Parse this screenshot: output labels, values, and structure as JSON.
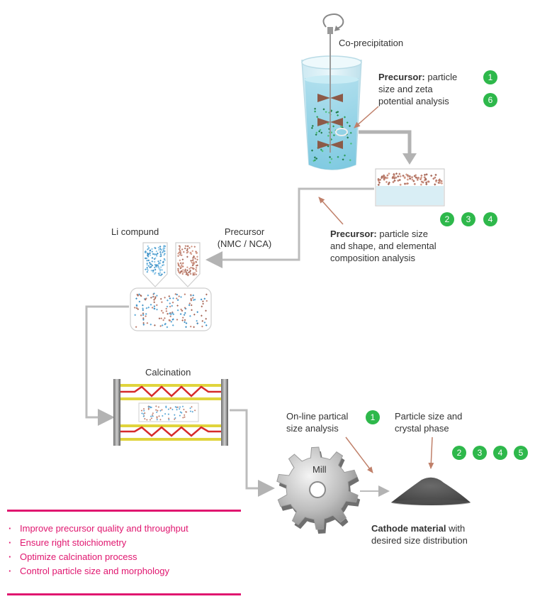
{
  "labels": {
    "co_precipitation": "Co-precipitation",
    "precursor_a_bold": "Precursor:",
    "precursor_a_rest1": " particle",
    "precursor_a_line2": "size and zeta",
    "precursor_a_line3": "potential analysis",
    "li_compound": "Li compund",
    "precursor_nmc_line1": "Precursor",
    "precursor_nmc_line2": "(NMC / NCA)",
    "precursor_b_bold": "Precursor:",
    "precursor_b_rest1": " particle size",
    "precursor_b_line2": "and shape, and elemental",
    "precursor_b_line3": "composition analysis",
    "calcination": "Calcination",
    "online_line1": "On-line partical",
    "online_line2": "size analysis",
    "particle_line1": "Particle size and",
    "particle_line2": "crystal phase",
    "mill": "Mill",
    "cathode_bold": "Cathode material",
    "cathode_rest1": " with",
    "cathode_line2": "desired size distribution"
  },
  "badges": {
    "a1": "1",
    "a6": "6",
    "b2": "2",
    "b3": "3",
    "b4": "4",
    "c1": "1",
    "d2": "2",
    "d3": "3",
    "d4": "4",
    "d5": "5"
  },
  "bullets": [
    "Improve precursor quality and throughput",
    "Ensure right stoichiometry",
    "Optimize calcination process",
    "Control particle size and morphology"
  ],
  "colors": {
    "accent_pink": "#e0166f",
    "badge_green": "#2eb84b",
    "arrow_brown": "#c0806a",
    "flow_gray": "#b8b8b8"
  }
}
